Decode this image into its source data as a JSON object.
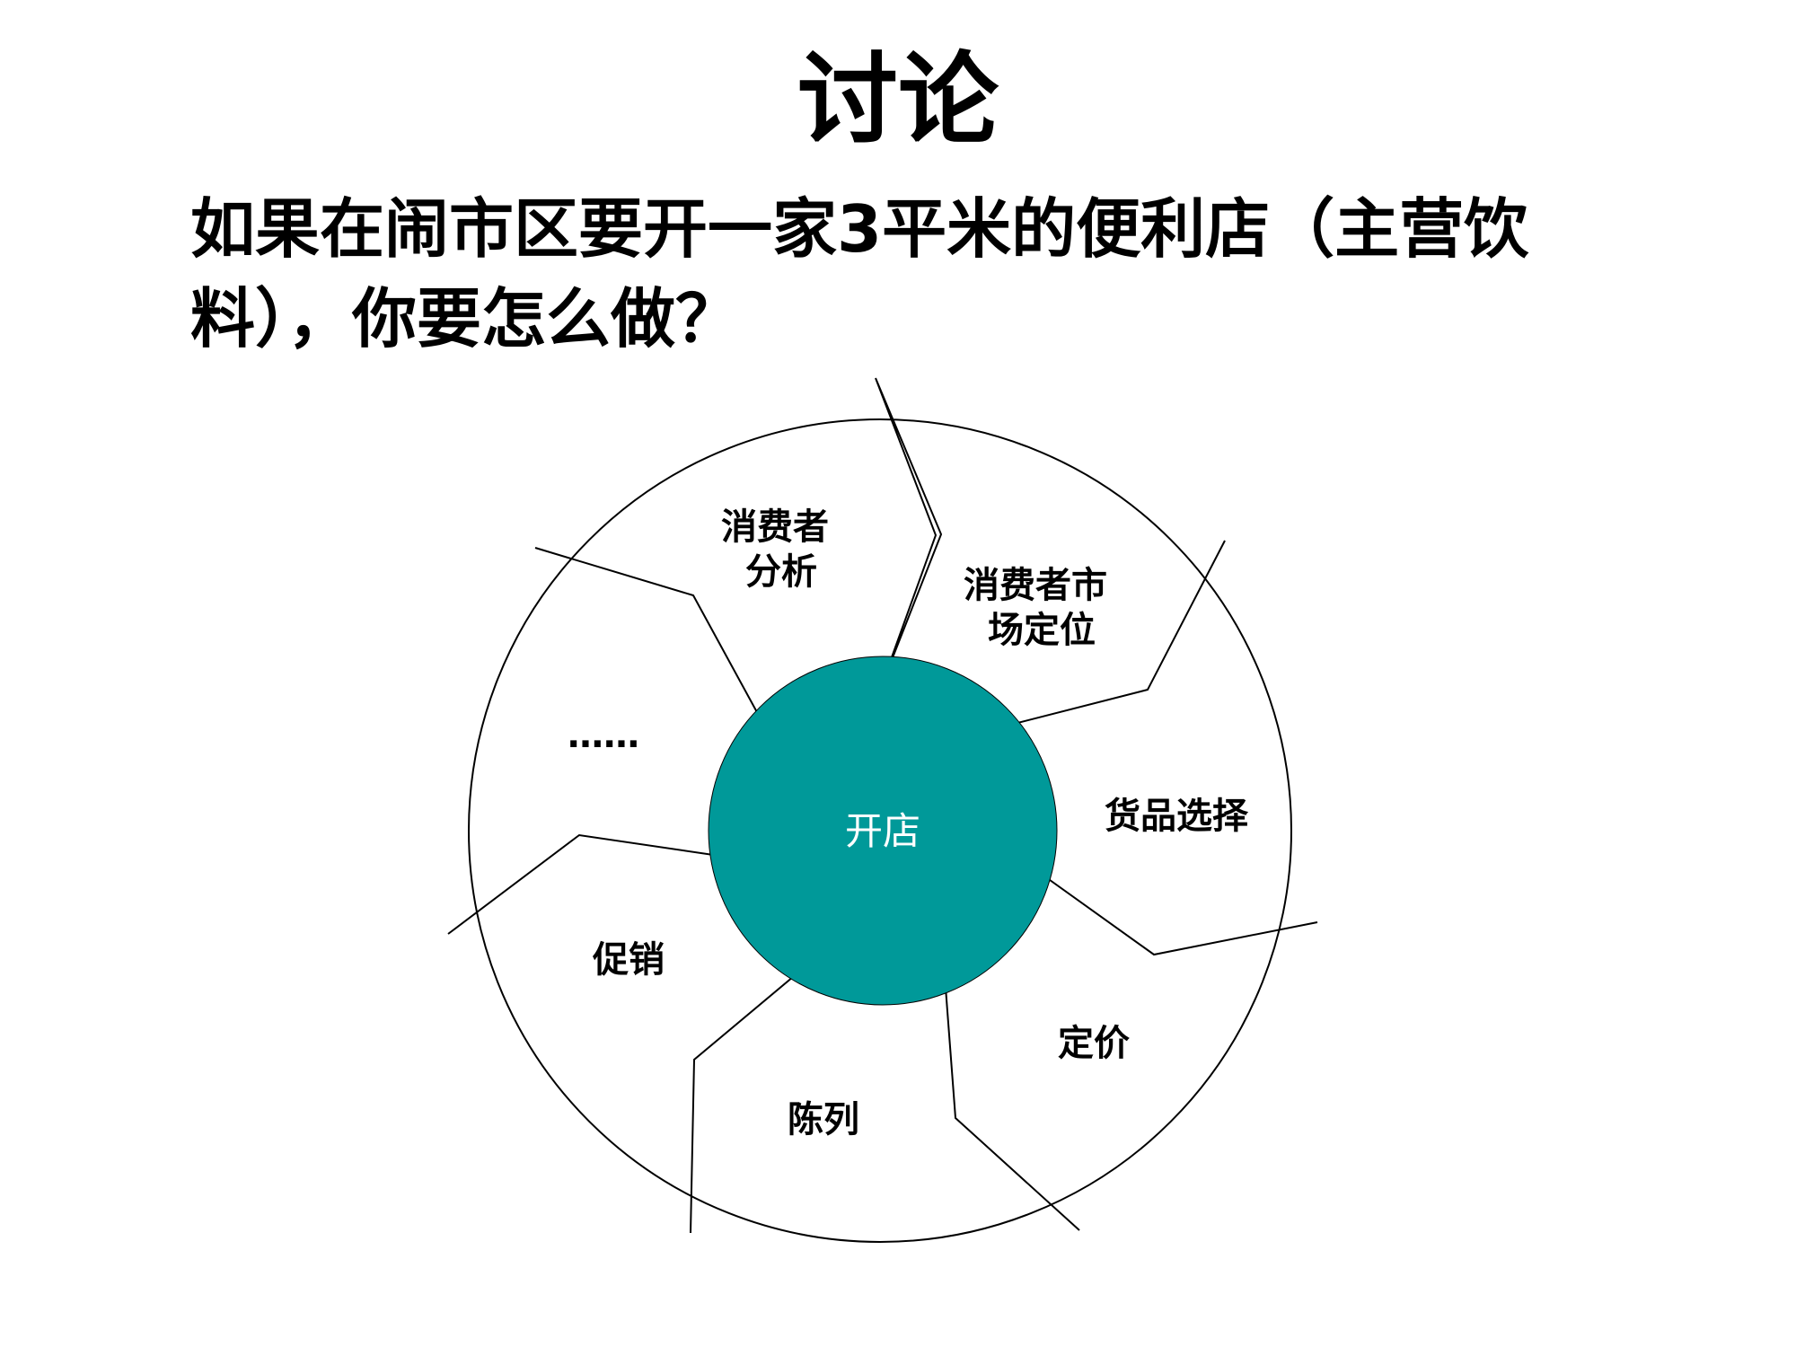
{
  "title": "讨论",
  "question": "如果在闹市区要开一家3平米的便利店（主营饮料），你要怎么做？",
  "diagram": {
    "center": "开店",
    "segments": [
      {
        "lines": [
          "消费者",
          "分析"
        ]
      },
      {
        "lines": [
          "消费者市",
          "场定位"
        ]
      },
      {
        "lines": [
          "货品选择"
        ]
      },
      {
        "lines": [
          "定价"
        ]
      },
      {
        "lines": [
          "陈列"
        ]
      },
      {
        "lines": [
          "促销"
        ]
      },
      {
        "lines": [
          "……"
        ]
      }
    ]
  },
  "colors": {
    "hub_fill": "#009999",
    "outline": "#000000",
    "background": "#ffffff"
  }
}
